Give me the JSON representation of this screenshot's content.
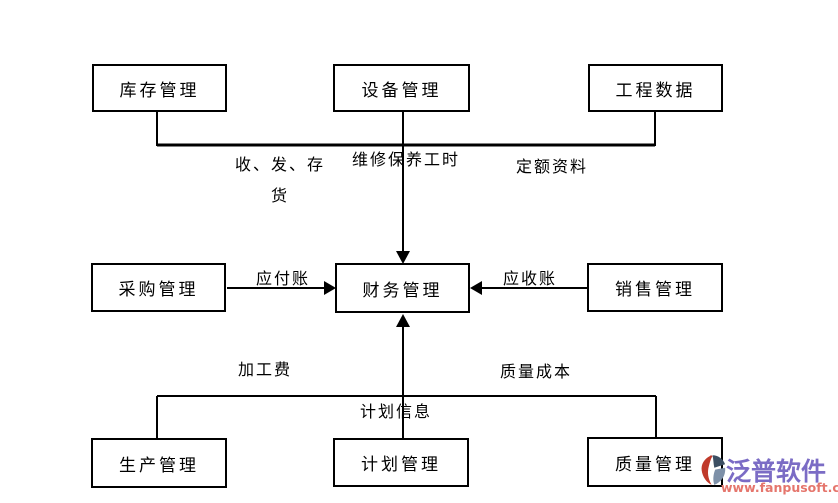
{
  "diagram": {
    "nodes": {
      "inventory": {
        "label": "库存管理"
      },
      "equipment": {
        "label": "设备管理"
      },
      "engineering": {
        "label": "工程数据"
      },
      "purchase": {
        "label": "采购管理"
      },
      "finance": {
        "label": "财务管理"
      },
      "sales": {
        "label": "销售管理"
      },
      "production": {
        "label": "生产管理"
      },
      "planning": {
        "label": "计划管理"
      },
      "quality": {
        "label": "质量管理"
      }
    },
    "edge_labels": {
      "inventory_flow_line1": "收、发、存",
      "inventory_flow_line2": "货",
      "maintenance_hours": "维修保养工时",
      "quota_data": "定额资料",
      "accounts_payable": "应付账",
      "accounts_receivable": "应收账",
      "processing_fee": "加工费",
      "quality_cost": "质量成本",
      "plan_info": "计划信息"
    },
    "line_color": "#000000"
  },
  "watermark": {
    "brand": "泛普软件",
    "url": "www.fanpusoft.com",
    "brand_color": "#7b6cc5",
    "url_color": "#e5766d",
    "icon_dark_color": "#3c4f63",
    "icon_light_color": "#7d90a8",
    "icon_red_color": "#c03a2b"
  }
}
